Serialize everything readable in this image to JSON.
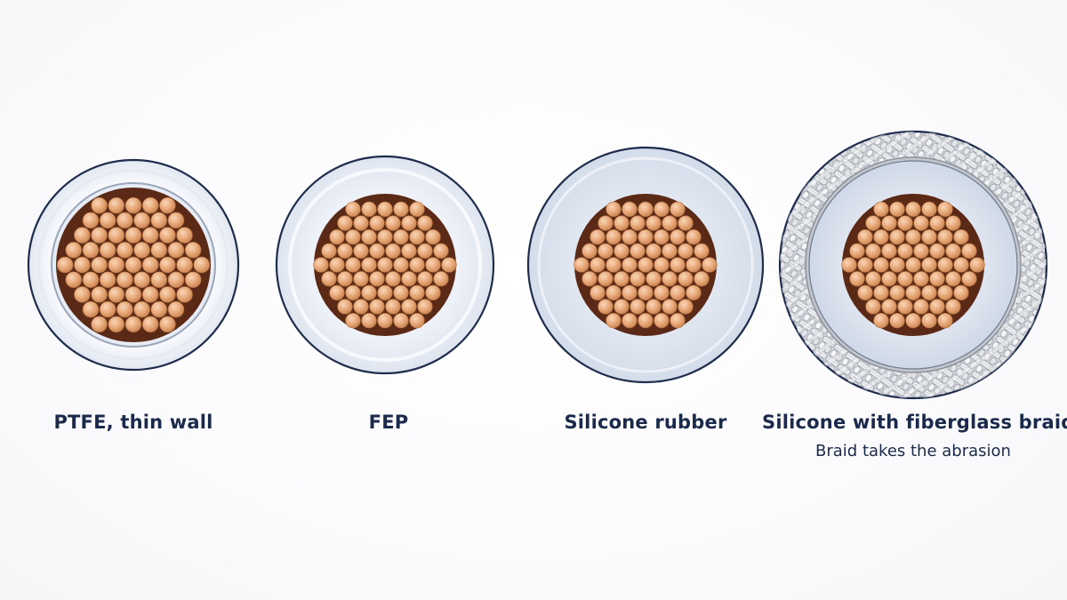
{
  "cables": [
    {
      "name": "PTFE, thin wall",
      "note": ""
    },
    {
      "name": "FEP",
      "note": ""
    },
    {
      "name": "Silicone rubber",
      "note": ""
    },
    {
      "name": "Silicone with fiberglass braid",
      "note": "Braid takes the abrasion"
    }
  ],
  "colors": {
    "label": "#1b2a4a",
    "outline": "#1f2d4d",
    "strand": "#e7a77a",
    "strand_highlight": "#f7d2b4",
    "strand_shadow": "#c98352",
    "conductor_bed": "#5a2a16",
    "ptfe_jacket": "#f2f4f9",
    "fep_jacket": "#ebeff7",
    "silicone_jacket": "#dce4ef",
    "braid": "#c9ccd2"
  },
  "icons": [
    "ptfe-cable-cross-section-icon",
    "fep-cable-cross-section-icon",
    "silicone-cable-cross-section-icon",
    "braided-cable-cross-section-icon"
  ]
}
